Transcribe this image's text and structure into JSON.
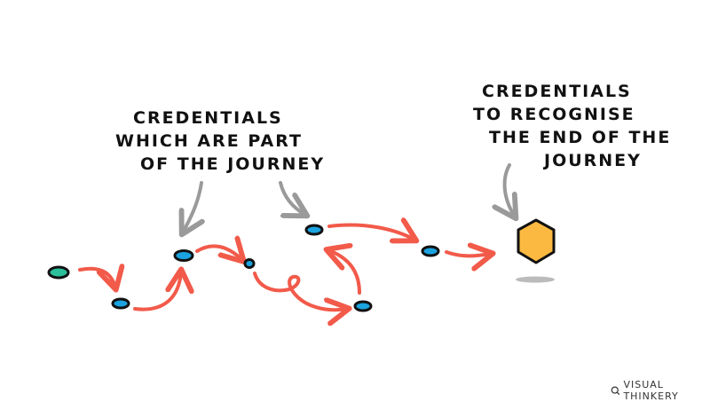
{
  "labels": {
    "middle": {
      "lines": [
        "Credentials",
        "which are part",
        "of the journey"
      ]
    },
    "end": {
      "lines": [
        "Credentials",
        "to recognise",
        "the end of the",
        "journey"
      ]
    }
  },
  "credit": {
    "icon": "magnifier-logo-icon",
    "text": "Visual Thinkery"
  },
  "colors": {
    "path_arrow": "#f25a4a",
    "pointer_arrow": "#9a9a9a",
    "start_node": "#2bbf9a",
    "journey_node": "#1aa3e0",
    "end_hexagon": "#fbb941",
    "outline": "#111111",
    "shadow": "#bbbbbb"
  },
  "nodes": [
    {
      "id": "start",
      "type": "start"
    },
    {
      "id": "n1",
      "type": "journey"
    },
    {
      "id": "n2",
      "type": "journey"
    },
    {
      "id": "n3",
      "type": "journey"
    },
    {
      "id": "n4",
      "type": "journey"
    },
    {
      "id": "n5",
      "type": "journey"
    },
    {
      "id": "n6",
      "type": "journey"
    },
    {
      "id": "end",
      "type": "end-hexagon"
    }
  ]
}
